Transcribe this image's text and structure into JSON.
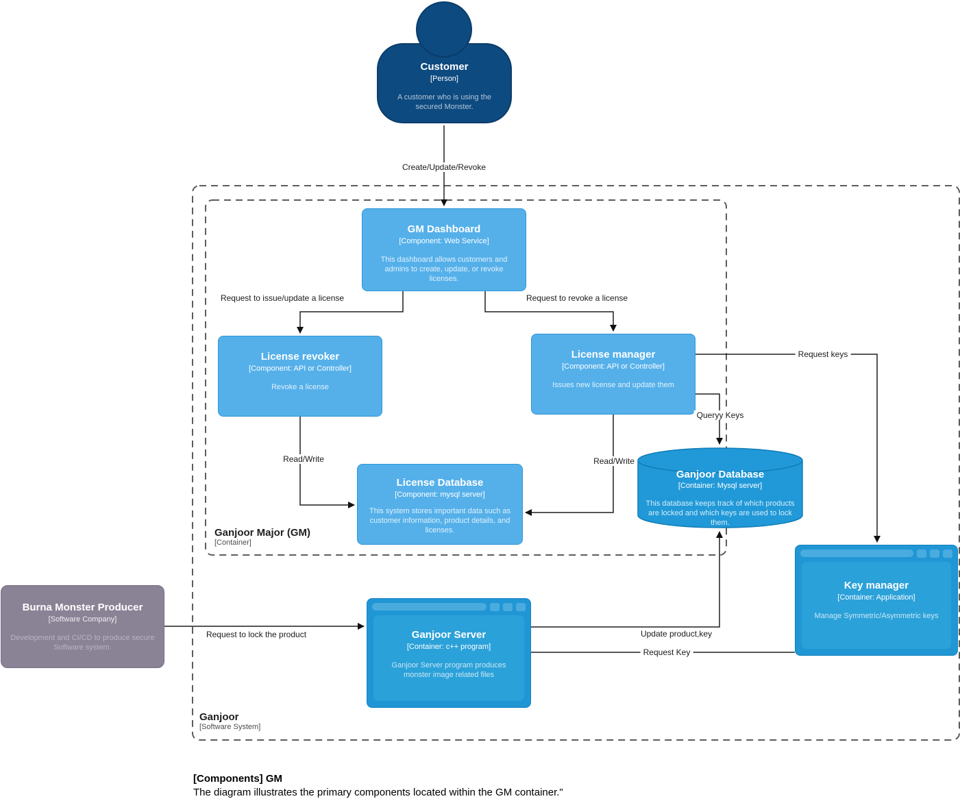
{
  "nodes": {
    "customer": {
      "title": "Customer",
      "subtitle": "[Person]",
      "description": "A customer who is using the secured Monster."
    },
    "gm_dashboard": {
      "title": "GM Dashboard",
      "subtitle": "[Component: Web Service]",
      "description": "This dashboard allows customers and admins to create, update, or revoke licenses."
    },
    "license_revoker": {
      "title": "License revoker",
      "subtitle": "[Component: API or Controller]",
      "description": "Revoke a license"
    },
    "license_manager": {
      "title": "License manager",
      "subtitle": "[Component: API or Controller]",
      "description": "Issues new license and update them"
    },
    "license_database": {
      "title": "License Database",
      "subtitle": "[Component: mysql server]",
      "description": "This system stores important data such as customer information, product details, and licenses."
    },
    "ganjoor_database": {
      "title": "Ganjoor Database",
      "subtitle": "[Container: Mysql server]",
      "description": "This database keeps track of which products are locked and which keys are used to lock them."
    },
    "key_manager": {
      "title": "Key manager",
      "subtitle": "[Container: Application]",
      "description": "Manage Symmetric/Asymmetric keys"
    },
    "ganjoor_server": {
      "title": "Ganjoor Server",
      "subtitle": "[Container: c++ program]",
      "description": "Ganjoor Server program produces monster image related files"
    },
    "burna_monster_producer": {
      "title": "Burna Monster Producer",
      "subtitle": "[Software Company]",
      "description": "Development and CI/CD to produce secure Software system."
    }
  },
  "boundaries": {
    "gm": {
      "title": "Ganjoor Major (GM)",
      "subtitle": "[Container]"
    },
    "ganjoor": {
      "title": "Ganjoor",
      "subtitle": "[Software System]"
    }
  },
  "edges": {
    "create_update_revoke": {
      "label": "Create/Update/Revoke"
    },
    "request_issue_update": {
      "label": "Request to issue/update a license"
    },
    "request_revoke": {
      "label": "Request to revoke a license"
    },
    "read_write_left": {
      "label": "Read/Write"
    },
    "read_write_right": {
      "label": "Read/Write"
    },
    "request_keys": {
      "label": "Request keys"
    },
    "queryy_keys": {
      "label": "Queryy Keys"
    },
    "update_product_key": {
      "label": "Update product,key"
    },
    "request_key": {
      "label": "Request Key"
    },
    "request_lock_product": {
      "label": "Request to lock the product"
    }
  },
  "caption": {
    "title": "[Components] GM",
    "text": "The diagram illustrates the primary components located within the GM container.\""
  },
  "colors": {
    "person_fill": "#0d4a80",
    "component_fill": "#55b0ea",
    "component_border": "#2e95d6",
    "container_fill": "#2199d8",
    "container_accent": "#4aabde",
    "container_border": "#1180bf",
    "external_fill": "#8a8295",
    "line_color": "#1f1f1f",
    "boundary_dash": "#5c5c5c"
  }
}
